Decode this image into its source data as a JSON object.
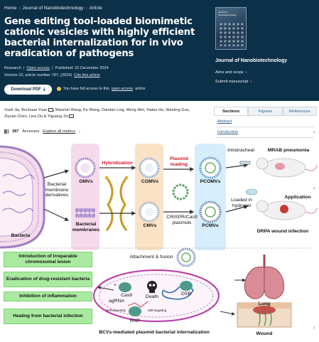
{
  "breadcrumb": {
    "items": [
      "Home",
      "Journal of Nanobiotechnology",
      "Article"
    ]
  },
  "article": {
    "title": "Gene editing tool-loaded biomimetic cationic vesicles with highly efficient bacterial internalization for in vivo eradication of pathogens",
    "meta_line1": [
      "Research",
      "Open access",
      "Published: 22 December 2024"
    ],
    "meta_line2": [
      "Volume 22, article number 787, (2024)",
      "Cite this article"
    ],
    "download_label": "Download PDF",
    "access_note_prefix": "You have full access to this",
    "access_note_link": "open access",
    "access_note_suffix": "article",
    "authors_line1": "Xueli Jia, Bochuan Yuan",
    "authors_line1b": ", Wanmei Wang, Ke Wang, Dandan Ling, Meng Wei, Yadan Hu, Wanting Guo,",
    "authors_line2": "Ziyuan Chen, Lina Du & Yiguang Jin",
    "accesses_count": "387",
    "accesses_label": "Accesses",
    "metrics_link": "Explore all metrics"
  },
  "journal": {
    "name": "Journal of Nanobiotechnology",
    "links": [
      "Aims and scope",
      "Submit manuscript"
    ],
    "cover_text": "Journal of Nanobiotechnology"
  },
  "sidebar": {
    "tabs": [
      {
        "label": "Sections",
        "active": true
      },
      {
        "label": "Figures",
        "active": false
      },
      {
        "label": "References",
        "active": false
      }
    ],
    "toc": [
      "Abstract",
      "Introduction"
    ]
  },
  "figure": {
    "bacteria_label": "Bacteria",
    "derivatives_label": "Bacterial membrane derivatives",
    "omvs": "OMVs",
    "bacterial_membranes": "Bacterial membranes",
    "hybridization": "Hybridization",
    "comvs": "COMVs",
    "cmvs": "CMVs",
    "plasmid_loading": "Plasmid loading",
    "crispr": "CRISPR/Cas9 plasmids",
    "pcomvs": "PCOMVs",
    "pcmvs": "PCMVs",
    "intratracheal": "Intratracheal",
    "mrab": "MRAB pneumonia",
    "loaded_hydrogel": "Loaded in hydrogel",
    "application": "Application",
    "drpa": "DRPA wound infection",
    "outcomes": [
      "Introduction of irreparable chromosomal lesion",
      "Eradication of drug-resistant bacteria",
      "Inhibition of inflammation",
      "Healing from bacterial infection"
    ],
    "attachment": "Attachment & fusion",
    "cas9": "Cas9",
    "death": "Death",
    "dsb": "DSB",
    "agrna": "agRNA",
    "rnp": "RNP",
    "self_assembly": "Self-assembly",
    "self_targeting": "Self-targeting",
    "plus": "+",
    "internalization": "BCVs-mediated plasmid bacterial internalization",
    "lung": "Lung",
    "wound": "Wound"
  },
  "colors": {
    "header_bg": "#0d3049",
    "link": "#2a5c8a",
    "hybridization": "#d0142a",
    "outcome_box": "#a9eaa0",
    "omv_band": "#f7d9ec",
    "comv_band": "#fbe2c6",
    "pcomv_band": "#d6eefb"
  }
}
